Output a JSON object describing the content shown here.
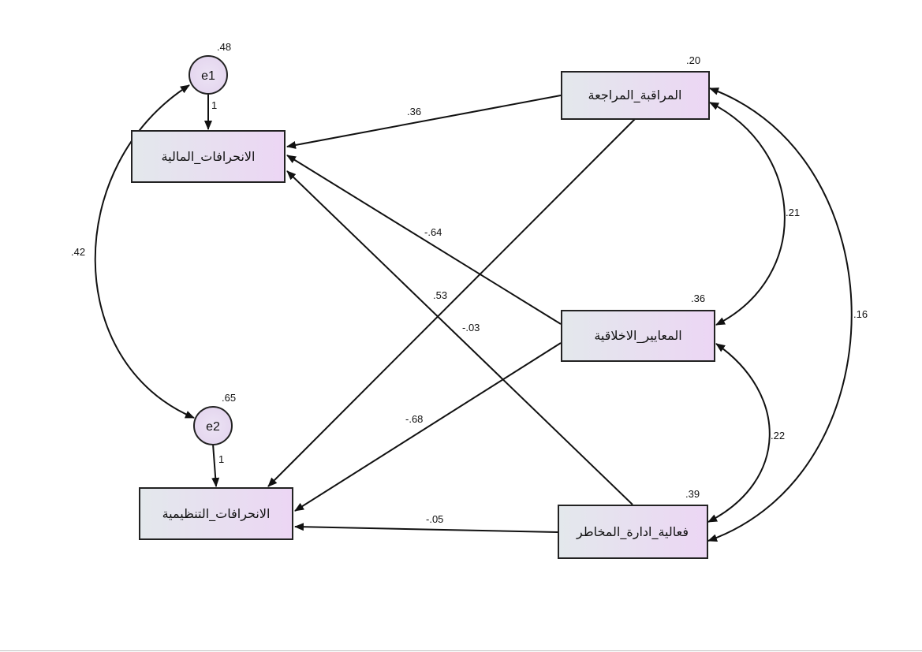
{
  "observed": {
    "fin_dev": "الانحرافات_المالية",
    "reg_dev": "الانحرافات_التنظيمية",
    "audit": "المراقبة_المراجعة",
    "ethics": "المعايير_الاخلاقية",
    "risk": "فعالية_ادارة_المخاطر"
  },
  "latent": {
    "e1": "e1",
    "e2": "e2"
  },
  "variances": {
    "e1": ".48",
    "e2": ".65",
    "audit": ".20",
    "ethics": ".36",
    "risk": ".39"
  },
  "paths": {
    "e1_fin": "1",
    "e2_reg": "1",
    "audit_fin": ".36",
    "audit_reg": ".53",
    "ethics_fin": "-.64",
    "ethics_reg": "-.68",
    "risk_fin": "-.03",
    "risk_reg": "-.05"
  },
  "covariances": {
    "e1_e2": ".42",
    "audit_ethics": ".21",
    "ethics_risk": ".22",
    "audit_risk": ".16"
  },
  "colors": {
    "box_left": "#e3e8ec",
    "box_right": "#ecd6f4",
    "circle_fill": "#e8dcf2",
    "stroke": "#111111"
  }
}
